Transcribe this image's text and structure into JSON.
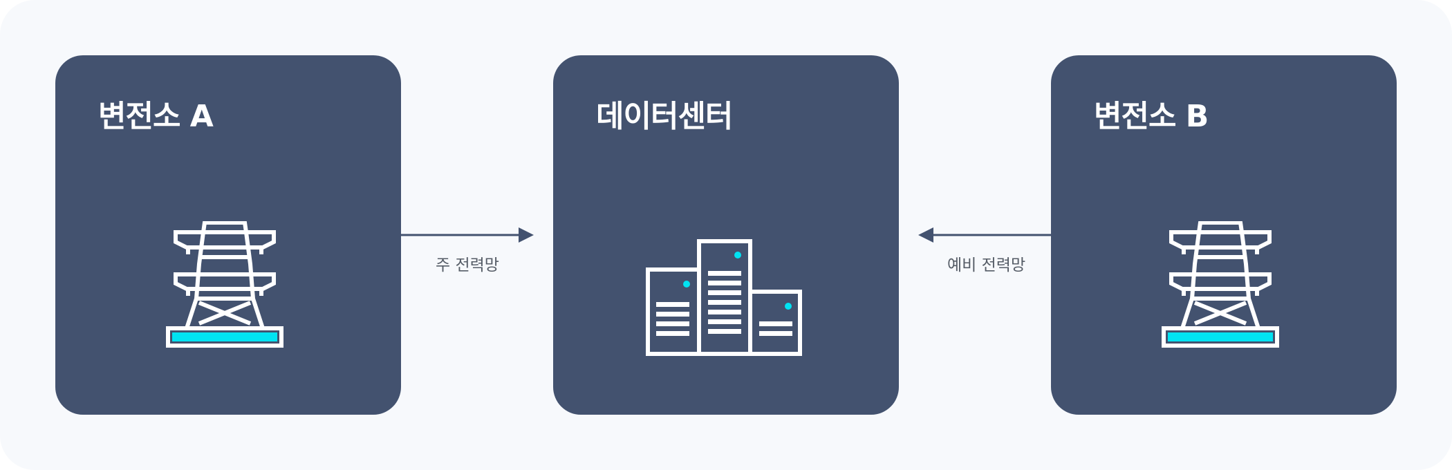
{
  "nodes": [
    {
      "id": "substation-a",
      "label": "변전소 A",
      "icon": "transmission-tower-icon"
    },
    {
      "id": "data-center",
      "label": "데이터센터",
      "icon": "data-center-buildings-icon"
    },
    {
      "id": "substation-b",
      "label": "변전소 B",
      "icon": "transmission-tower-icon"
    }
  ],
  "edges": [
    {
      "from": "substation-a",
      "to": "data-center",
      "label": "주 전력망"
    },
    {
      "from": "substation-b",
      "to": "data-center",
      "label": "예비 전력망"
    }
  ],
  "colors": {
    "card": "#43526f",
    "canvas": "#f7f9fc",
    "accent": "#00e3f2",
    "arrow": "#43526f",
    "icon_stroke": "#ffffff"
  }
}
